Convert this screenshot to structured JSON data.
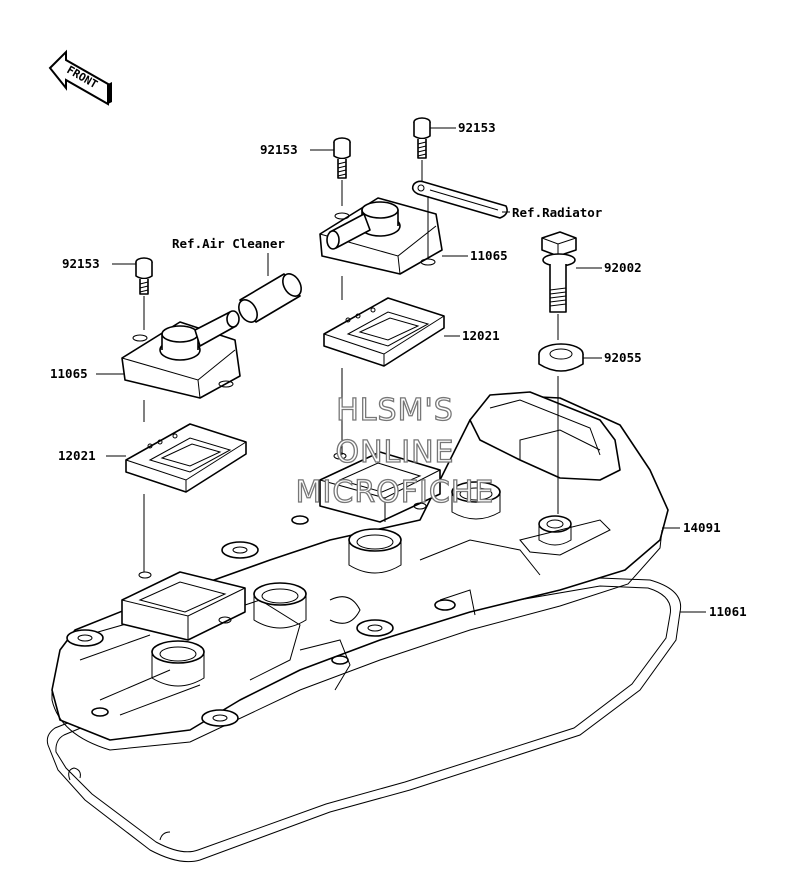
{
  "front_marker": {
    "text": "FRONT"
  },
  "labels": {
    "bolt_left": "92153",
    "bolt_mid": "92153",
    "bolt_right": "92153",
    "ref_air_cleaner": "Ref.Air Cleaner",
    "ref_radiator": "Ref.Radiator",
    "cover_left": "11065",
    "cover_right": "11065",
    "reed_left": "12021",
    "reed_right": "12021",
    "bolt_large": "92002",
    "grommet": "92055",
    "head_cover": "14091",
    "gasket": "11061"
  },
  "watermark": {
    "line1": "HLSM'S",
    "line2": "ONLINE",
    "line3": "MICROFICHE"
  }
}
